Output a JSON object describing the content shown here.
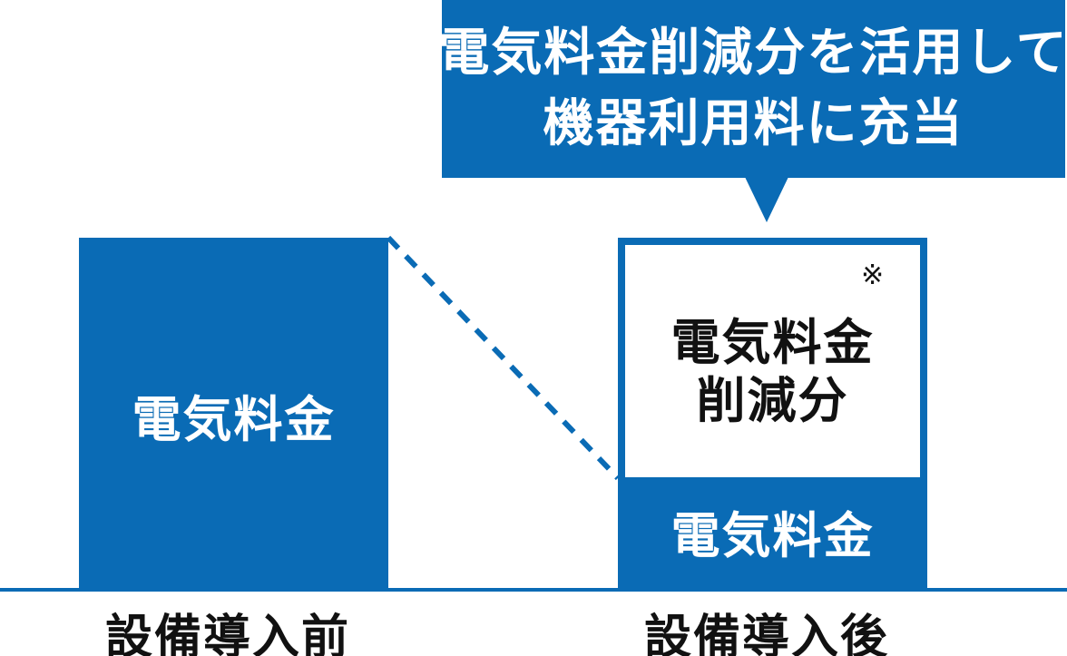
{
  "callout": {
    "line1": "電気料金削減分を活用して",
    "line2": "機器利用料に充当"
  },
  "before": {
    "bar_label": "電気料金",
    "category": "設備導入前"
  },
  "after": {
    "saving_line1": "電気料金",
    "saving_line2": "削減分",
    "note_mark": "※",
    "remaining_label": "電気料金",
    "category": "設備導入後"
  },
  "colors": {
    "accent": "#0a6bb5",
    "text": "#111111",
    "background": "#ffffff"
  }
}
